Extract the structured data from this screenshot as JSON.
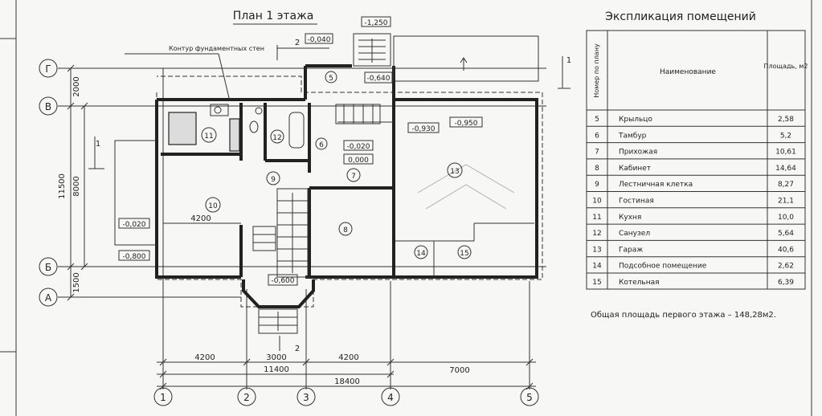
{
  "plan": {
    "title": "План 1 этажа",
    "foundation_label": "Контур фундаментных стен",
    "section_mark": "2",
    "section_mark_right": "1",
    "axes_letters": [
      "Г",
      "В",
      "Б",
      "А"
    ],
    "axes_numbers": [
      "1",
      "2",
      "3",
      "4",
      "5"
    ],
    "dims_left": [
      "2000",
      "8000",
      "11500",
      "1500"
    ],
    "dims_bottom_1": [
      "4200",
      "3000",
      "4200",
      "7000"
    ],
    "dims_bottom_2": "11400",
    "dims_bottom_3": "18400",
    "dim_inner": "4200",
    "elevations": [
      "-1,250",
      "-0,040",
      "-0,640",
      "-0,930",
      "-0,950",
      "-0,020",
      "0,000",
      "-0,020",
      "-0,800",
      "-0,600"
    ],
    "room_numbers": [
      "5",
      "6",
      "7",
      "8",
      "9",
      "10",
      "11",
      "12",
      "13",
      "14",
      "15"
    ]
  },
  "explication": {
    "title": "Экспликация помещений",
    "col_number": "Номер по плану",
    "col_name": "Наименование",
    "col_area": "Площадь, м2",
    "rows": [
      {
        "num": "5",
        "name": "Крыльцо",
        "area": "2,58"
      },
      {
        "num": "6",
        "name": "Тамбур",
        "area": "5,2"
      },
      {
        "num": "7",
        "name": "Прихожая",
        "area": "10,61"
      },
      {
        "num": "8",
        "name": "Кабинет",
        "area": "14,64"
      },
      {
        "num": "9",
        "name": "Лестничная клетка",
        "area": "8,27"
      },
      {
        "num": "10",
        "name": "Гостиная",
        "area": "21,1"
      },
      {
        "num": "11",
        "name": "Кухня",
        "area": "10,0"
      },
      {
        "num": "12",
        "name": "Санузел",
        "area": "5,64"
      },
      {
        "num": "13",
        "name": "Гараж",
        "area": "40,6"
      },
      {
        "num": "14",
        "name": "Подсобное помещение",
        "area": "2,62"
      },
      {
        "num": "15",
        "name": "Котельная",
        "area": "6,39"
      }
    ],
    "total": "Общая площадь первого этажа – 148,28м2."
  }
}
